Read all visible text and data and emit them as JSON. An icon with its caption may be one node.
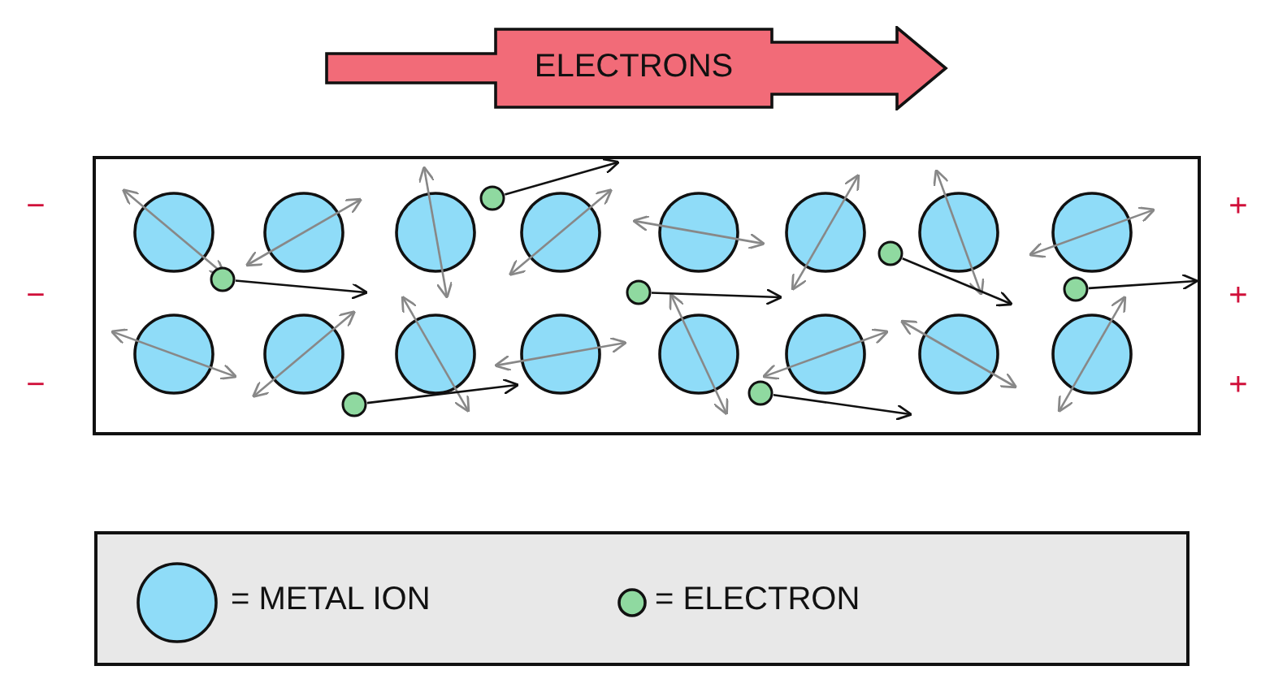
{
  "diagram": {
    "nodes": [
      {
        "text": [
          "ELECTRONS"
        ]
      }
    ],
    "labels": [
      "−",
      "−",
      "−",
      "+",
      "+",
      "+"
    ],
    "legend": [
      {
        "text": "= METAL ION",
        "color": "#8fdcf8"
      },
      {
        "text": "= ELECTRON",
        "color": "#8fd9a0"
      }
    ]
  }
}
